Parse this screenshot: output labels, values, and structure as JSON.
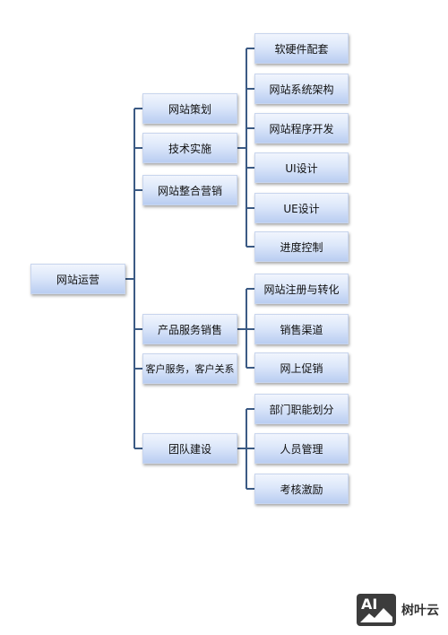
{
  "root": {
    "label": "网站运营"
  },
  "branches": [
    {
      "label": "网站策划"
    },
    {
      "label": "技术实施"
    },
    {
      "label": "网站整合营销"
    },
    {
      "label": "产品服务销售"
    },
    {
      "label": "客户服务，客户关系"
    },
    {
      "label": "团队建设"
    }
  ],
  "tech_children": [
    {
      "label": "软硬件配套"
    },
    {
      "label": "网站系统架构"
    },
    {
      "label": "网站程序开发"
    },
    {
      "label": "UI设计"
    },
    {
      "label": "UE设计"
    },
    {
      "label": "进度控制"
    }
  ],
  "sales_children": [
    {
      "label": "网站注册与转化"
    },
    {
      "label": "销售渠道"
    },
    {
      "label": "网上促销"
    }
  ],
  "team_children": [
    {
      "label": "部门职能划分"
    },
    {
      "label": "人员管理"
    },
    {
      "label": "考核激励"
    }
  ],
  "watermark": {
    "logo_text": "AI",
    "text": "树叶云"
  },
  "colors": {
    "connector": "#3b5a84",
    "node_top": "#f1f5fd",
    "node_bottom": "#b9cdf1"
  }
}
